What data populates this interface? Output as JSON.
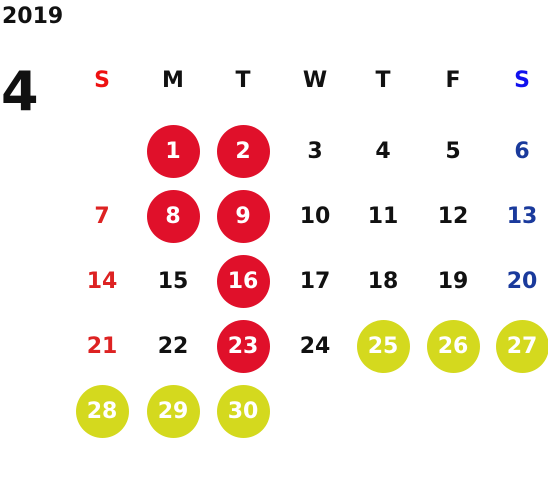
{
  "calendar": {
    "year": "2019",
    "month": "4",
    "colors": {
      "text": "#111111",
      "sunday": "#dd2222",
      "saturday": "#1a3a9c",
      "sunday_header": "#ee1111",
      "saturday_header": "#1111ee",
      "red_circle": "#e0102a",
      "yellow_circle": "#d4d91e",
      "circle_text": "#ffffff"
    },
    "weekdays": [
      "S",
      "M",
      "T",
      "W",
      "T",
      "F",
      "S"
    ],
    "weeks": [
      [
        {
          "label": ""
        },
        {
          "label": "1",
          "mark": "red"
        },
        {
          "label": "2",
          "mark": "red"
        },
        {
          "label": "3"
        },
        {
          "label": "4"
        },
        {
          "label": "5"
        },
        {
          "label": "6"
        }
      ],
      [
        {
          "label": "7"
        },
        {
          "label": "8",
          "mark": "red"
        },
        {
          "label": "9",
          "mark": "red"
        },
        {
          "label": "10"
        },
        {
          "label": "11"
        },
        {
          "label": "12"
        },
        {
          "label": "13"
        }
      ],
      [
        {
          "label": "14"
        },
        {
          "label": "15"
        },
        {
          "label": "16",
          "mark": "red"
        },
        {
          "label": "17"
        },
        {
          "label": "18"
        },
        {
          "label": "19"
        },
        {
          "label": "20"
        }
      ],
      [
        {
          "label": "21"
        },
        {
          "label": "22"
        },
        {
          "label": "23",
          "mark": "red"
        },
        {
          "label": "24"
        },
        {
          "label": "25",
          "mark": "yellow"
        },
        {
          "label": "26",
          "mark": "yellow"
        },
        {
          "label": "27",
          "mark": "yellow"
        }
      ],
      [
        {
          "label": "28",
          "mark": "yellow"
        },
        {
          "label": "29",
          "mark": "yellow"
        },
        {
          "label": "30",
          "mark": "yellow"
        },
        {
          "label": ""
        },
        {
          "label": ""
        },
        {
          "label": ""
        },
        {
          "label": ""
        }
      ]
    ]
  }
}
